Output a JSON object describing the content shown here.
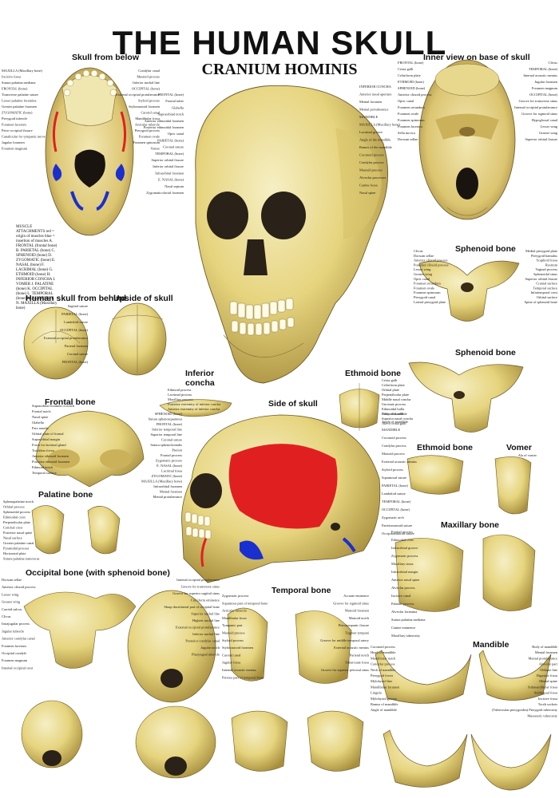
{
  "title": "THE HUMAN SKULL",
  "subtitle": "CRANIUM HOMINIS",
  "sections": {
    "skull_from_below": "Skull from below",
    "inner_base": "Inner view on base of skull",
    "sphenoid_1": "Sphenoid bone",
    "sphenoid_2": "Sphenoid bone",
    "behind": "Human skull from behind",
    "upside": "Upside of skull",
    "inferior_concha": "Inferior concha",
    "ethmoid_1": "Ethmoid bone",
    "ethmoid_2": "Ethmoid bone",
    "frontal": "Frontal bone",
    "side": "Side of skull",
    "vomer": "Vomer",
    "palatine": "Palatine bone",
    "maxillary": "Maxillary bone",
    "occipital": "Occipital bone (with sphenoid bone)",
    "temporal": "Temporal bone",
    "mandible": "Mandible"
  },
  "legend_text": "MUSCLE ATTACHMENTS red = origin of muscles blue = insertion of muscles A. FRONTAL (frontal bone) B. PARIETAL (bone) C. SPHENOID (bone) D. ZYGOMATIC (bone) E. NASAL (bone) F. LACRIMAL (bone) G. ETHMOID (bone) H. INFERIOR CONCHA I. VOMER J. PALATINE (bone) K. OCCIPITAL (bone) L. TEMPORAL (bone) M. MANDIBLE N. MAXILLA (Maxillary bone)",
  "labels": {
    "below": [
      "MAXILLA (Maxillary bone)",
      "Incisive fossa",
      "Sutura palatina mediana",
      "FRONTAL (bone)",
      "Transverse palatine suture",
      "Lesser palatine foramina",
      "Greater palatine foramen",
      "ZYGOMATIC (bone)",
      "Pterygoid tubercle",
      "Foramen lacerum",
      "Petro-occipital fissure",
      "Canalicular for tympanic nerve",
      "Jugular foramen",
      "Foramen magnum",
      "Condylar canal",
      "Mastoid process",
      "Inferior nuchal line",
      "OCCIPITAL (bone)",
      "External occipital protuberance",
      "Styloid process",
      "Stylomastoid foramen",
      "Carotid canal",
      "Mandibular fossa",
      "Articular tubercle",
      "Pterygoid process",
      "Foramen ovale",
      "Foramen spinosum",
      "Vomer"
    ],
    "front": [
      "FRONTAL (bone)",
      "Frontal tuber",
      "Glabella",
      "Supraorbital notch",
      "Anterior ethmoidal foramen",
      "Posterior ethmoidal foramen",
      "Optic canal",
      "PARIETAL (bone)",
      "Coronal suture",
      "TEMPORAL (bone)",
      "Superior orbital fissure",
      "Inferior orbital fissure",
      "Infraorbital foramen",
      "E. NASAL (bone)",
      "Nasal septum",
      "Zygomaticofacial foramen",
      "INFERIOR CONCHA",
      "Anterior nasal aperture",
      "Mental foramen",
      "Mental protuberance",
      "MANDIBLE",
      "MAXILLA (Maxillary bone)",
      "Lacrimal groove",
      "Angle of the mandible",
      "Ramus of the mandible",
      "Coronoid process",
      "Condylar process",
      "Mastoid process",
      "Alveolar processes",
      "Canine fossa",
      "Nasal spine"
    ],
    "inner_base": [
      "FRONTAL (bone)",
      "Crista galli",
      "Cribriform plate",
      "ETHMOID (bone)",
      "SPHENOID (bone)",
      "Anterior clinoid process",
      "Optic canal",
      "Foramen rotundum",
      "Foramen ovale",
      "Foramen spinosum",
      "Foramen lacerum",
      "Sella turcica",
      "Dorsum sellae",
      "Clivus",
      "TEMPORAL (bone)",
      "Internal acoustic meatus",
      "Jugular foramen",
      "Foramen magnum",
      "OCCIPITAL (bone)",
      "Groove for transverse sinus",
      "Internal occipital protuberance",
      "Groove for sigmoid sinus",
      "Hypoglossal canal",
      "Lesser wing",
      "Greater wing",
      "Superior orbital fissure"
    ],
    "sphenoid": [
      "Clivus",
      "Dorsum sellae",
      "Anterior clinoid process",
      "Posterior clinoid process",
      "Lesser wing",
      "Greater wing",
      "Optic canal",
      "Foramen rotundum",
      "Foramen ovale",
      "Foramen spinosum",
      "Pterygoid canal",
      "Lateral pterygoid plate",
      "Medial pterygoid plate",
      "Pterygoid hamulus",
      "Scaphoid fossa",
      "Rostrum",
      "Vaginal process",
      "Sphenoidal sinus",
      "Superior orbital fissure",
      "Cranial surface",
      "Temporal surface",
      "Infratemporal crest",
      "Orbital surface",
      "Spine of sphenoid bone"
    ],
    "behind": [
      "Sagittal suture",
      "PARIETAL (bone)",
      "Lambdoid suture",
      "OCCIPITAL (bone)",
      "External occipital protuberance",
      "Parietal foramen",
      "Coronal suture",
      "FRONTAL (bone)"
    ],
    "concha": [
      "Ethmoid process",
      "Lacrimal process",
      "Maxillary process",
      "Posterior extremity of inferior concha",
      "Anterior extremity of inferior concha"
    ],
    "ethmoid": [
      "Crista galli",
      "Cribriform plate",
      "Orbital plate",
      "Perpendicular plate",
      "Middle nasal concha",
      "Uncinate process",
      "Ethmoidal bulla",
      "Ethmoidal cells",
      "Superior nasal concha",
      "Ala of crista galli"
    ],
    "frontal": [
      "Supraorbital foramen or notch",
      "Frontal notch",
      "Nasal spine",
      "Glabella",
      "Pars nasalis",
      "Orbital plate of frontal",
      "Supraorbital margin",
      "Fossa for lacrimal gland",
      "Trochlear fovea",
      "Anterior ethmoid foramen",
      "Posterior ethmoid foramen",
      "Ethmoid notch",
      "Temporal surface"
    ],
    "side": [
      "SPHENOID (bone)",
      "Sutura sphenosquamosa",
      "FRONTAL (bone)",
      "Inferior temporal line",
      "Superior temporal line",
      "Coronal suture",
      "Sutura sphenofrontalis",
      "Pterion",
      "Frontal process",
      "Zygomatic process",
      "E. NASAL (bone)",
      "Lacrimal fossa",
      "ZYGOMATIC (bone)",
      "MAXILLA (Maxillary bone)",
      "Infraorbital foramen",
      "Mental foramen",
      "Mental protuberance",
      "Body of mandible",
      "Angle of mandible",
      "MANDIBLE",
      "Coronoid process",
      "Condylar process",
      "Mastoid process",
      "External acoustic meatus",
      "Styloid process",
      "Squamosal suture",
      "PARIETAL (bone)",
      "Lambdoid suture",
      "TEMPORAL (bone)",
      "OCCIPITAL (bone)",
      "Zygomatic arch",
      "Parietomastoid suture",
      "Occipitomastoid suture"
    ],
    "palatine": [
      "Sphenopalatine notch",
      "Orbital process",
      "Sphenoidal process",
      "Ethmoidal crest",
      "Perpendicular plate",
      "Conchal crest",
      "Posterior nasal spine",
      "Nasal surface",
      "Greater palatine canal",
      "Pyramidal process",
      "Horizontal plate",
      "Sutura palatina transversa"
    ],
    "vomer": [
      "Ala of vomer"
    ],
    "maxillary": [
      "Frontal process",
      "Ethmoidal crest",
      "Infraorbital groove",
      "Zygomatic process",
      "Maxillary sinus",
      "Infraorbital margin",
      "Anterior nasal spine",
      "Alveolar process",
      "Incisive canal",
      "Palatine process",
      "Alveolar foramina",
      "Sutura palatina mediana",
      "Canine eminence",
      "Maxillary tuberosity"
    ],
    "occipital": [
      "Dorsum sellae",
      "Anterior clinoid process",
      "Lesser wing",
      "Greater wing",
      "Carotid sulcus",
      "Clivus",
      "Intrajugular process",
      "Jugular tubercle",
      "Anterior condylar canal",
      "Foramen lacerum",
      "Occipital condyle",
      "Foramen magnum",
      "Internal occipital crest",
      "Internal occipital protuberance",
      "Groove for transverse sinus",
      "Groove for superior sagittal sinus",
      "Cruciform eminence",
      "Sharp dorsilateral part of occipital bone",
      "Superior nuchal line",
      "Highest nuchal line",
      "External occipital protuberance",
      "Inferior nuchal line",
      "Posterior condylar canal",
      "Jugular notch",
      "Pharyngeal tubercle"
    ],
    "temporal": [
      "Zygomatic process",
      "Squamous part of temporal bone",
      "Articular tubercle",
      "Mandibular fossa",
      "Tympanic part",
      "Mastoid process",
      "Styloid process",
      "Stylomastoid foramen",
      "Carotid canal",
      "Jugular fossa",
      "Internal acoustic meatus",
      "Petrous part of temporal bone",
      "Arcuate eminence",
      "Groove for sigmoid sinus",
      "Mastoid foramen",
      "Mastoid notch",
      "Petrotympanic fissure",
      "Tegmen tympani",
      "Groove for middle temporal artery",
      "External acoustic meatus",
      "Parietal notch",
      "Subarcuate fossa",
      "Groove for superior petrosal sinus"
    ],
    "mandible": [
      "Coronoid process",
      "Head of mandible",
      "Mandibular notch",
      "Condylar process",
      "Neck of mandible",
      "Pterygoid fovea",
      "Mylohyoid line",
      "Mandibular foramen",
      "Lingula",
      "Mylohyoid groove",
      "Ramus of mandible",
      "Angle of mandible",
      "Body of mandible",
      "Mental foramen",
      "Mental protuberance",
      "Alveolar part",
      "Oblique line",
      "Digastric fossa",
      "Mental spine",
      "Submandibular fossa",
      "Sublingual fossa",
      "Incisive fossa",
      "Tooth sockets",
      "(Tuberositas pterygoidea) Pterygoid tuberosity",
      "Masseteric tuberosity"
    ]
  },
  "colors": {
    "bone": "#e9d98a",
    "bone_light": "#f4ebb8",
    "bone_dark": "#b49a45",
    "origin": "#e02020",
    "insertion": "#1a2fd0",
    "line": "#3a3020",
    "text": "#111111"
  }
}
